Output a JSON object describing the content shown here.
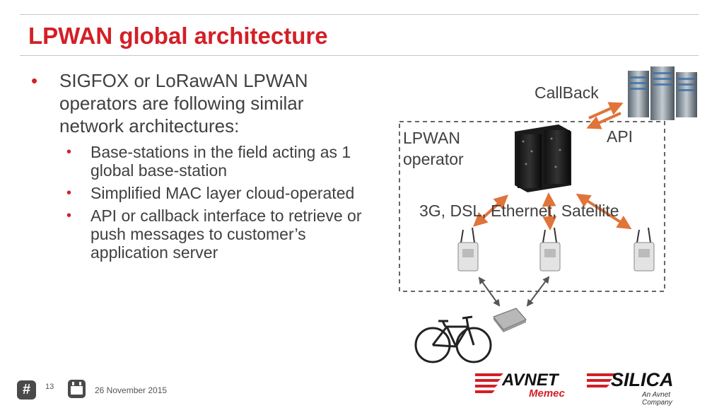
{
  "slide": {
    "title": "LPWAN global architecture",
    "bullet_main": "SIGFOX or LoRawAN LPWAN operators are following similar network architectures:",
    "sub_bullets": [
      "Base-stations in the field acting as 1 global base-station",
      "Simplified MAC layer cloud-operated",
      "API or callback interface to retrieve or push messages to customer’s application server"
    ]
  },
  "diagram": {
    "callback_label": "CallBack",
    "api_label": "API",
    "operator_label_line1": "LPWAN",
    "operator_label_line2": "operator",
    "backhaul_label": "3G, DSL, Ethernet, Satellite"
  },
  "footer": {
    "page_number": "13",
    "date": "26 November 2015",
    "hash_icon_glyph": "#",
    "logo_avnet": "AVNET",
    "logo_memec": "Memec",
    "logo_silica": "SILICA",
    "logo_silica_tagline": "An Avnet Company"
  },
  "colors": {
    "title_red": "#d31f26",
    "arrow_orange": "#e0743a",
    "body_text": "#404040"
  }
}
